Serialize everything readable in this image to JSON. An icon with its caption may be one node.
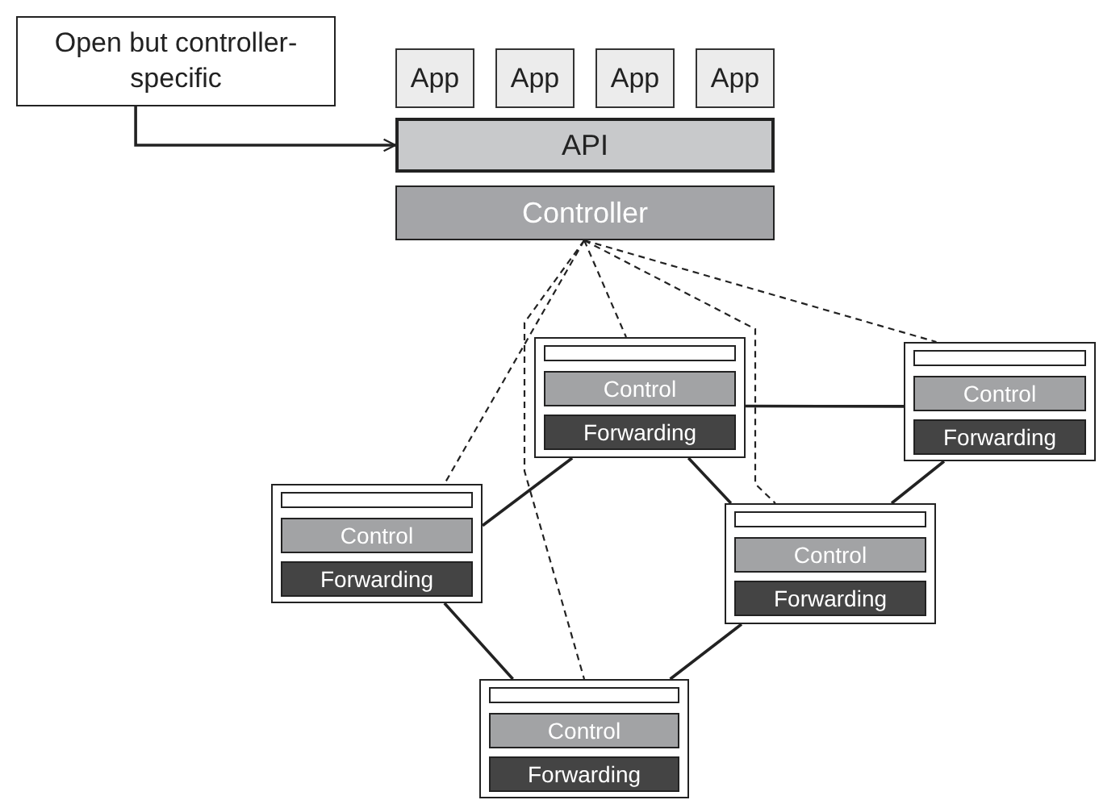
{
  "diagram": {
    "nodes": [
      {
        "text": [
          "Open but controller-specific"
        ]
      },
      {
        "text": [
          "App"
        ]
      },
      {
        "text": [
          "App"
        ]
      },
      {
        "text": [
          "App"
        ]
      },
      {
        "text": [
          "App"
        ]
      },
      {
        "text": [
          "API"
        ]
      },
      {
        "text": [
          "Controller"
        ]
      },
      {
        "text": [],
        "shape": "box"
      },
      {
        "text": [],
        "shape": "bar",
        "in": 7
      },
      {
        "text": [
          "Control"
        ],
        "in": 7
      },
      {
        "text": [
          "Forwarding"
        ],
        "in": 7
      },
      {
        "text": [],
        "shape": "box"
      },
      {
        "text": [],
        "shape": "bar",
        "in": 11
      },
      {
        "text": [
          "Control"
        ],
        "in": 11
      },
      {
        "text": [
          "Forwarding"
        ],
        "in": 11
      },
      {
        "text": [],
        "shape": "box"
      },
      {
        "text": [],
        "shape": "bar",
        "in": 15
      },
      {
        "text": [
          "Control"
        ],
        "in": 15
      },
      {
        "text": [
          "Forwarding"
        ],
        "in": 15
      },
      {
        "text": [],
        "shape": "box"
      },
      {
        "text": [],
        "shape": "bar",
        "in": 19
      },
      {
        "text": [
          "Control"
        ],
        "in": 19
      },
      {
        "text": [
          "Forwarding"
        ],
        "in": 19
      },
      {
        "text": [],
        "shape": "box"
      },
      {
        "text": [],
        "shape": "bar",
        "in": 23
      },
      {
        "text": [
          "Control"
        ],
        "in": 23
      },
      {
        "text": [
          "Forwarding"
        ],
        "in": 23
      }
    ],
    "edges": [
      {
        "from": 0,
        "to": 5,
        "arrow": "to"
      },
      {
        "from": 6,
        "to": 15,
        "arrow": "none",
        "style": "dashed"
      },
      {
        "from": 6,
        "to": 23,
        "arrow": "none",
        "style": "dashed"
      },
      {
        "from": 6,
        "to": 7,
        "arrow": "none",
        "style": "dashed"
      },
      {
        "from": 6,
        "to": 19,
        "arrow": "none",
        "style": "dashed"
      },
      {
        "from": 6,
        "to": 11,
        "arrow": "none",
        "style": "dashed"
      },
      {
        "from": 7,
        "to": 15,
        "arrow": "none"
      },
      {
        "from": 7,
        "to": 11,
        "arrow": "none"
      },
      {
        "from": 7,
        "to": 19,
        "arrow": "none"
      },
      {
        "from": 11,
        "to": 19,
        "arrow": "none"
      },
      {
        "from": 15,
        "to": 23,
        "arrow": "none"
      },
      {
        "from": 19,
        "to": 23,
        "arrow": "none"
      }
    ]
  }
}
